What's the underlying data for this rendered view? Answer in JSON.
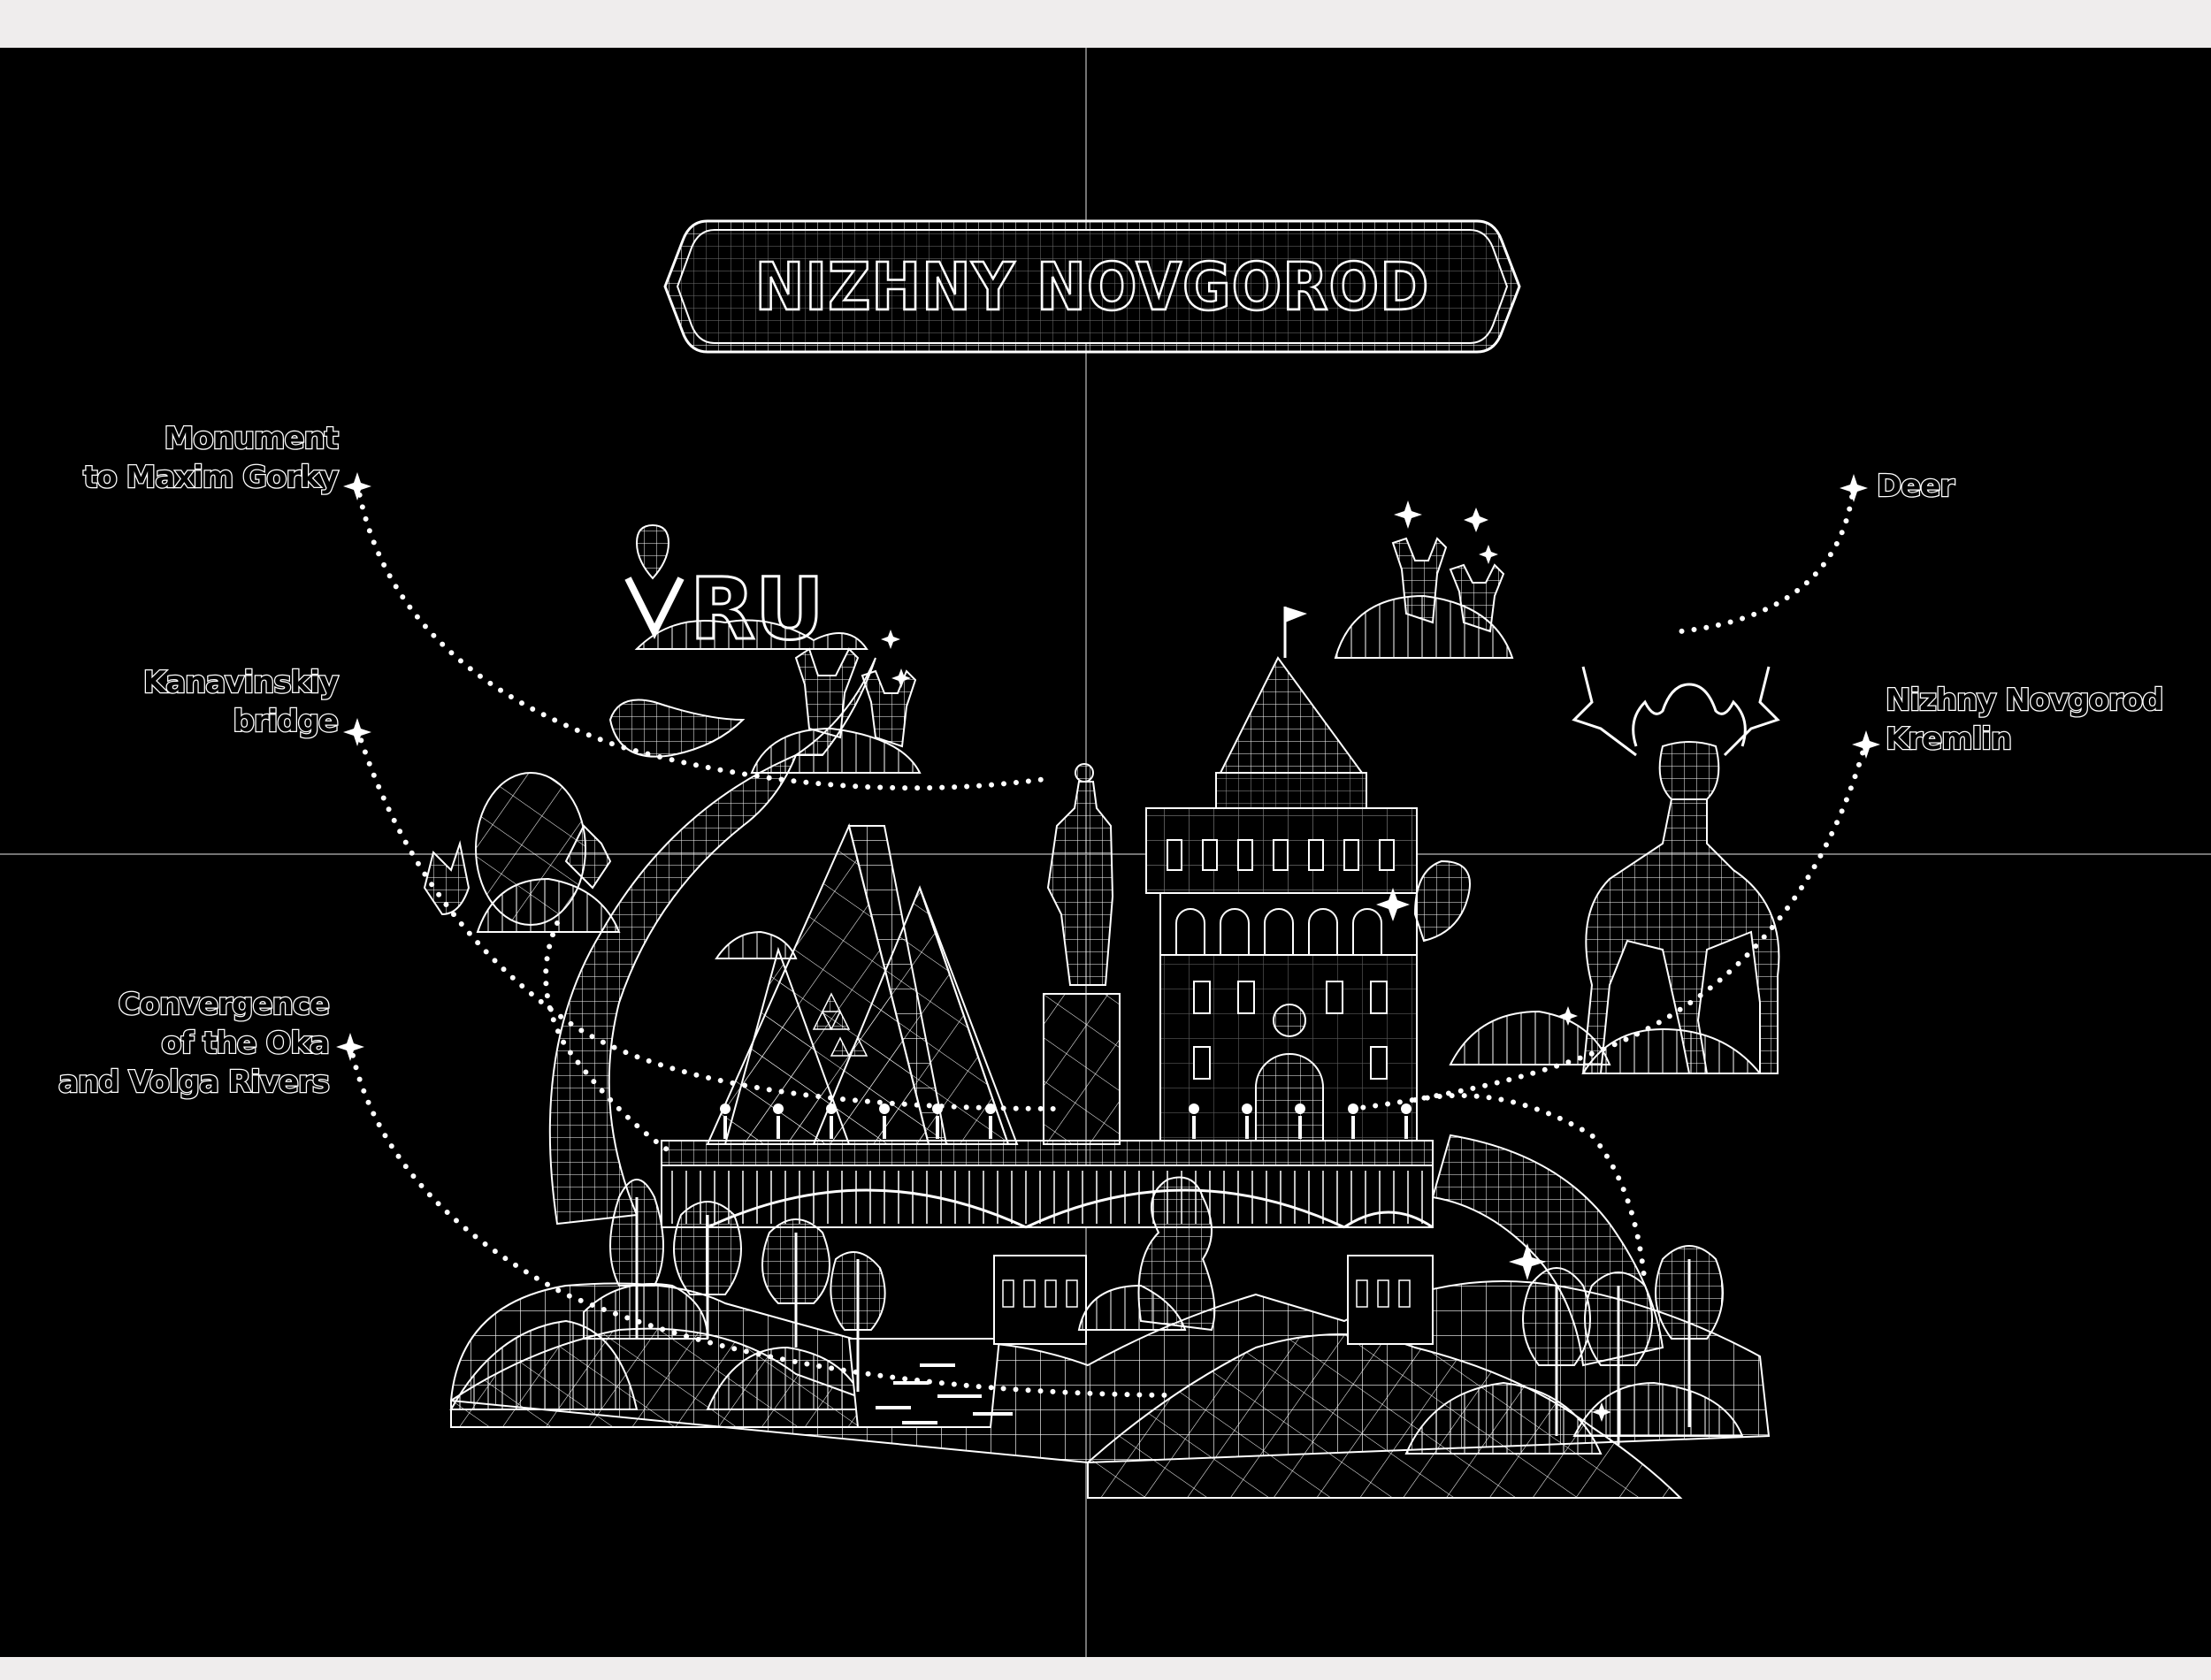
{
  "title": "NIZHNY NOVGOROD",
  "badge": "RU",
  "labels": {
    "gorky": "Monument\nto Maxim Gorky",
    "kanavinskiy": "Kanavinskiy\nbridge",
    "convergence": "Convergence\nof the Oka\nand Volga Rivers",
    "deer": "Deer",
    "kremlin": "Nizhny Novgorod\nKremlin"
  },
  "colors": {
    "background": "#000000",
    "linework": "#ffffff",
    "page": "#efeded"
  }
}
